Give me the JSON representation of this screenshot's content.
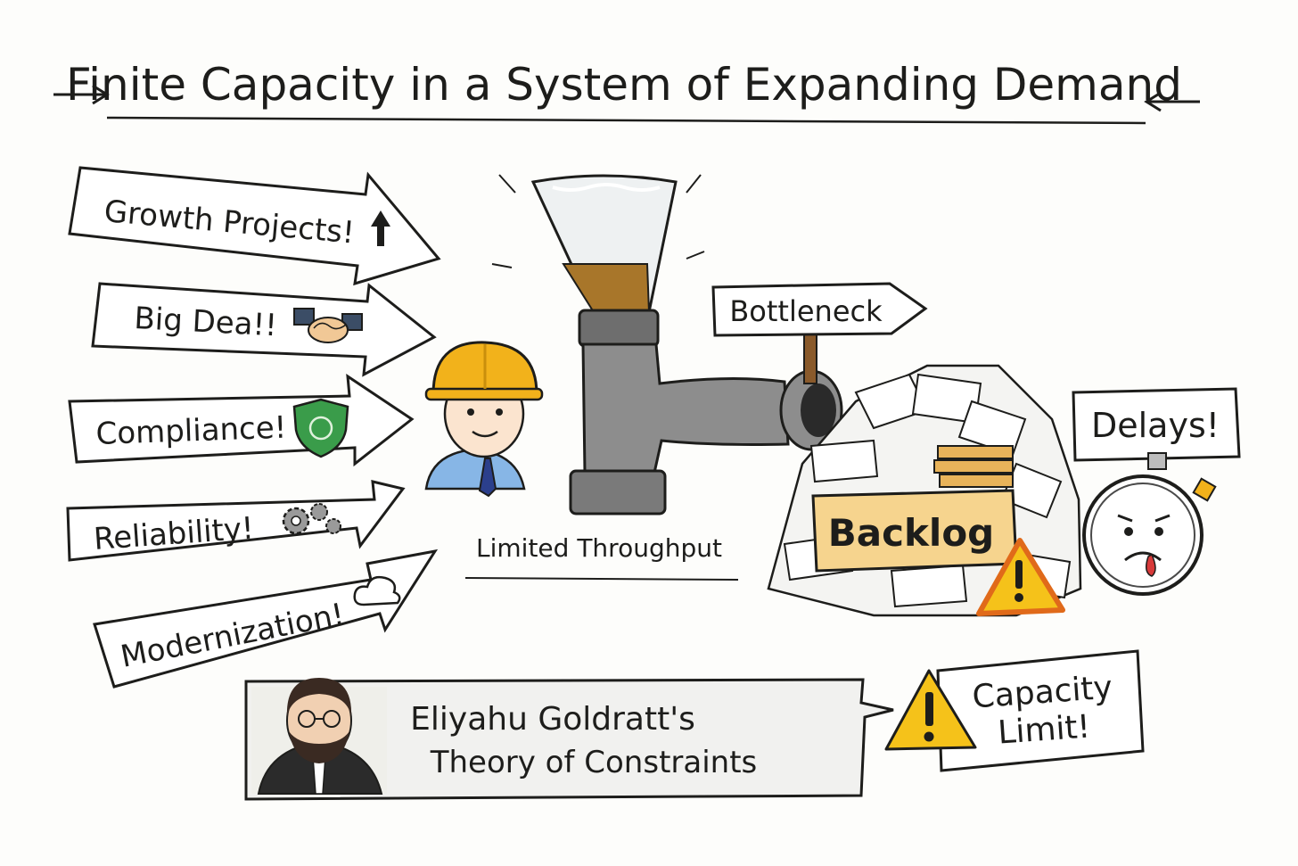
{
  "title": "Finite Capacity in a System of Expanding Demand",
  "demand_arrows": [
    {
      "label": "Growth Projects!",
      "icon": "up-arrow-icon"
    },
    {
      "label": "Big Dea!!",
      "icon": "handshake-icon"
    },
    {
      "label": "Compliance!",
      "icon": "shield-icon"
    },
    {
      "label": "Reliability!",
      "icon": "gears-icon"
    },
    {
      "label": "Modernization!",
      "icon": "cloud-icon"
    }
  ],
  "bottleneck": {
    "sign_label": "Bottleneck",
    "caption": "Limited Throughput"
  },
  "backlog": {
    "label": "Backlog",
    "delays_label": "Delays!"
  },
  "goldratt": {
    "line1": "Eliyahu Goldratt's",
    "line2": "Theory of Constraints"
  },
  "capacity_sign": {
    "line1": "Capacity",
    "line2": "Limit!"
  },
  "colors": {
    "ink": "#1d1d1b",
    "hardhat": "#f2b21b",
    "liquid": "#a8762a",
    "pipe": "#8d8d8d",
    "backlog_sign": "#f6d48e",
    "warning": "#f5c21a",
    "shield": "#3a9c4a"
  }
}
